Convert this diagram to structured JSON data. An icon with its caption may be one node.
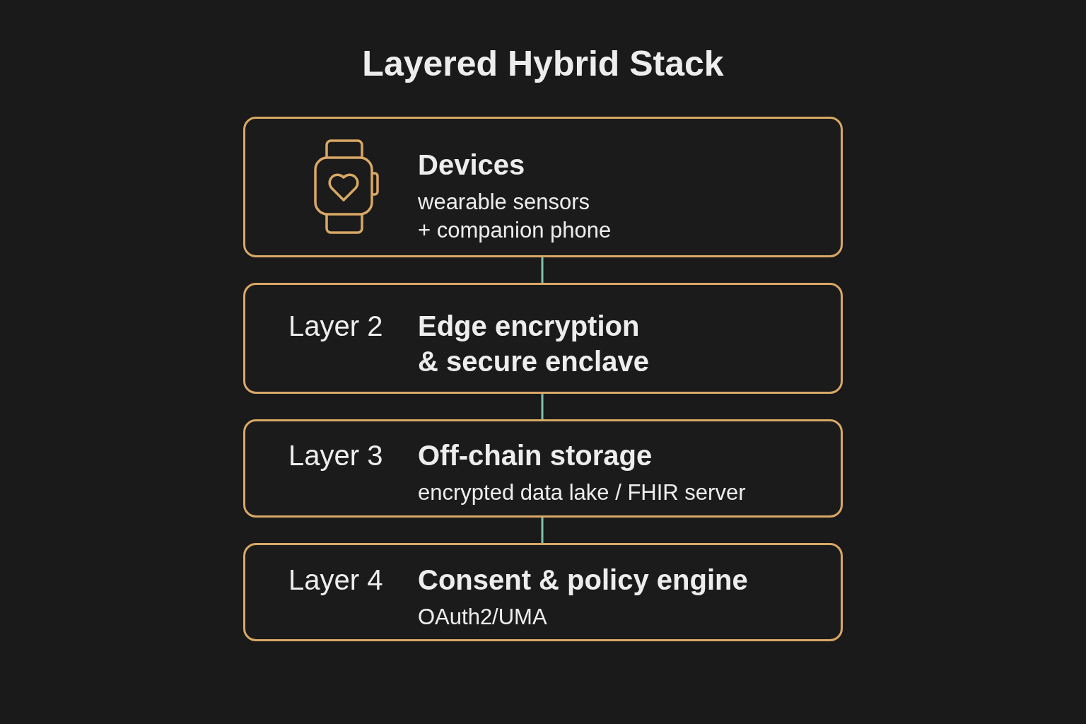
{
  "diagram": {
    "title": "Layered Hybrid Stack",
    "nodes": [
      {
        "text": [
          "Devices",
          "wearable sensors + companion phone"
        ]
      },
      {
        "text": [
          "Layer 2",
          "Edge encryption & secure enclave"
        ]
      },
      {
        "text": [
          "Layer 3",
          "Off-chain storage",
          "encrypted data lake / FHIR server"
        ]
      },
      {
        "text": [
          "Layer 4",
          "Consent & policy engine",
          "OAuth2/UMA"
        ]
      }
    ],
    "edges": [
      {
        "from": 0,
        "to": 1,
        "arrow": "none"
      },
      {
        "from": 1,
        "to": 2,
        "arrow": "none"
      },
      {
        "from": 2,
        "to": 3,
        "arrow": "none"
      }
    ]
  }
}
